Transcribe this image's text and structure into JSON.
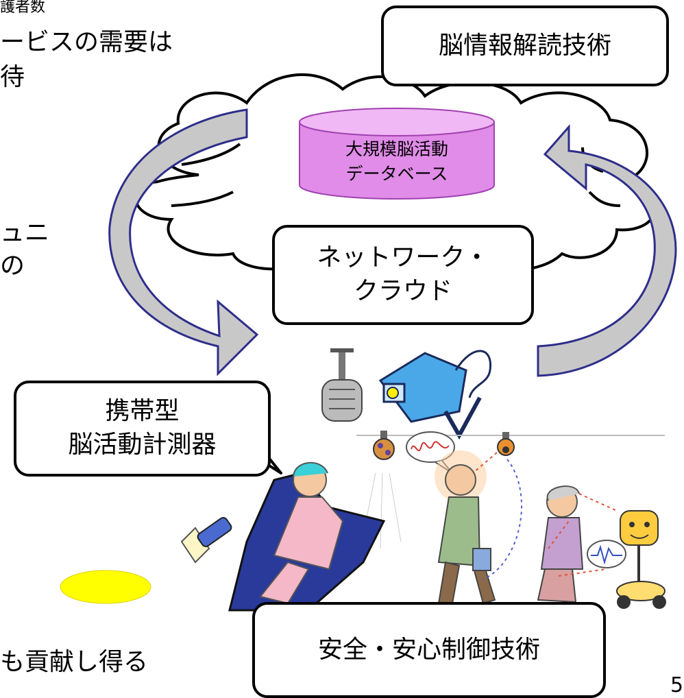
{
  "left_text": {
    "line_top_fragment": "護者数",
    "line_demand_1": "ービスの需要は",
    "line_demand_2": "待",
    "line_comm_1": "ュニ",
    "line_comm_2": "の",
    "line_contribute": "も貢献し得る"
  },
  "boxes": {
    "brain_decoding": "脳情報解読技術",
    "network_line1": "ネットワーク・",
    "network_line2": "クラウド",
    "portable_line1": "携帯型",
    "portable_line2": "脳活動計測器",
    "safety_control": "安全・安心制御技術"
  },
  "database": {
    "line1": "大規模脳活動",
    "line2": "データベース"
  },
  "page_number": "5",
  "colors": {
    "arrow_outline": "#2e2e8c",
    "arrow_fill": "#c8c8c8",
    "database_fill": "#e08ce8",
    "database_stroke": "#a040b0",
    "ellipse_yellow": "#ffff00"
  }
}
